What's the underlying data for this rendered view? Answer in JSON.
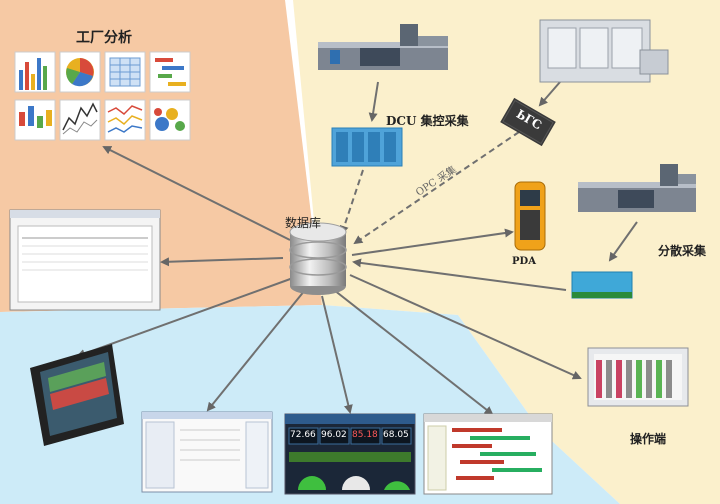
{
  "labels": {
    "factory_analysis": "工厂分析",
    "database": "数据库",
    "dcu_collection": "DCU 集控采集",
    "opc_collection": "OPC 采集",
    "plc": "PLC",
    "pda": "PDA",
    "distributed_collection": "分散采集",
    "operator_terminal": "操作端"
  },
  "dashboard_readouts": [
    "72.66",
    "96.02",
    "85.18",
    "68.05"
  ],
  "colors": {
    "analysis_zone": "#f6c9a4",
    "collection_zone": "#fbf0cc",
    "terminal_zone": "#cdebf8",
    "arrow": "#6f6f6f"
  }
}
